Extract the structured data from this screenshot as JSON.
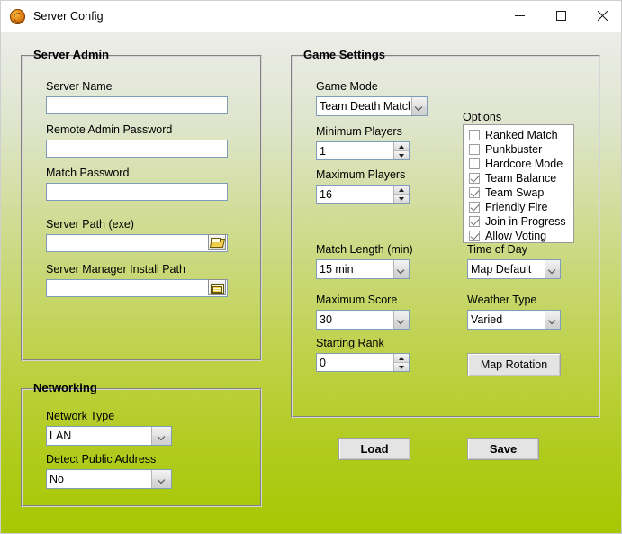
{
  "window": {
    "title": "Server Config",
    "icon": "app-swirl-icon",
    "controls": {
      "minimize": "minimize-icon",
      "maximize": "maximize-icon",
      "close": "close-icon"
    }
  },
  "colors": {
    "bg_top": "#ecedea",
    "bg_bottom": "#a6c802",
    "input_border": "#7f9db9",
    "group_border": "#d6d6d6"
  },
  "server_admin": {
    "title": "Server Admin",
    "fields": [
      {
        "label": "Server Name",
        "value": "",
        "placeholder": ""
      },
      {
        "label": "Remote Admin Password",
        "value": "",
        "placeholder": ""
      },
      {
        "label": "Match Password",
        "value": "",
        "placeholder": ""
      },
      {
        "label": "Server Path (exe)",
        "value": "",
        "placeholder": "",
        "browse": "folder-open-icon"
      },
      {
        "label": "Server Manager Install Path",
        "value": "",
        "placeholder": "",
        "browse": "folder-closed-icon"
      }
    ]
  },
  "networking": {
    "title": "Networking",
    "fields": [
      {
        "label": "Network Type",
        "value": "LAN"
      },
      {
        "label": "Detect Public Address",
        "value": "No"
      }
    ]
  },
  "game_settings": {
    "title": "Game Settings",
    "game_mode": {
      "label": "Game Mode",
      "value": "Team Death Match"
    },
    "minimum_players": {
      "label": "Minimum Players",
      "value": "1"
    },
    "maximum_players": {
      "label": "Maximum Players",
      "value": "16"
    },
    "match_length": {
      "label": "Match Length (min)",
      "value": "15 min"
    },
    "maximum_score": {
      "label": "Maximum Score",
      "value": "30"
    },
    "starting_rank": {
      "label": "Starting Rank",
      "value": "0"
    },
    "time_of_day": {
      "label": "Time of Day",
      "value": "Map Default"
    },
    "weather_type": {
      "label": "Weather Type",
      "value": "Varied"
    },
    "map_rotation_button": "Map Rotation",
    "options": {
      "label": "Options",
      "items": [
        {
          "label": "Ranked Match",
          "checked": false
        },
        {
          "label": "Punkbuster",
          "checked": false
        },
        {
          "label": "Hardcore Mode",
          "checked": false
        },
        {
          "label": "Team Balance",
          "checked": true
        },
        {
          "label": "Team Swap",
          "checked": true
        },
        {
          "label": "Friendly Fire",
          "checked": true
        },
        {
          "label": "Join in Progress",
          "checked": true
        },
        {
          "label": "Allow Voting",
          "checked": true
        }
      ]
    }
  },
  "actions": {
    "load": "Load",
    "save": "Save"
  }
}
